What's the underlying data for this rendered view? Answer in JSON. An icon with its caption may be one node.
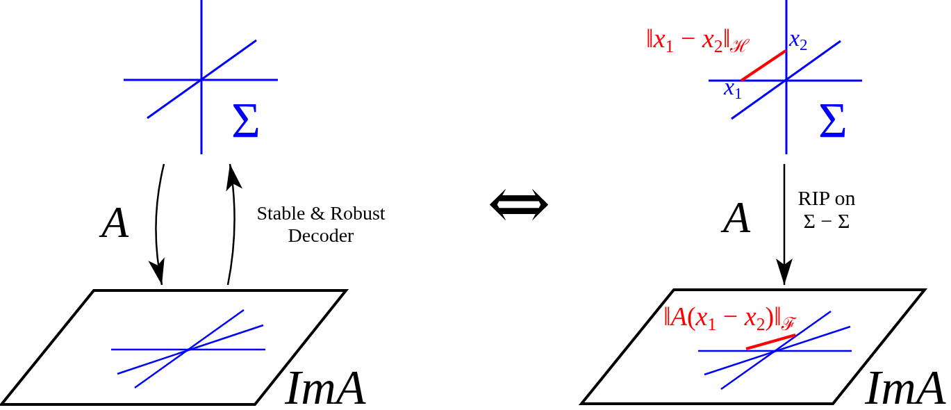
{
  "diagram": {
    "nodes": [
      {
        "text": [
          "Σ"
        ]
      },
      {
        "text": [
          "ImA"
        ]
      },
      {
        "text": [
          "Σ"
        ]
      },
      {
        "text": [
          "ImA"
        ]
      }
    ],
    "edges": [
      {
        "from": 0,
        "to": 1,
        "arrow": "to",
        "label": "A"
      },
      {
        "from": 1,
        "to": 0,
        "arrow": "to",
        "label": "Stable & Robust Decoder"
      },
      {
        "from": 2,
        "to": 3,
        "arrow": "to",
        "label": "A"
      }
    ],
    "labels": [
      "‖*x*$_{1}$ − *x*$_{2}$‖$_{ℋ}$",
      "*x*$_{2}$",
      "*x*$_{1}$",
      "⇔",
      "RIP on Σ − Σ",
      "‖*A*(*x*$_{1}$ − *x*$_{2}$)‖$_{ℱ}$"
    ]
  }
}
